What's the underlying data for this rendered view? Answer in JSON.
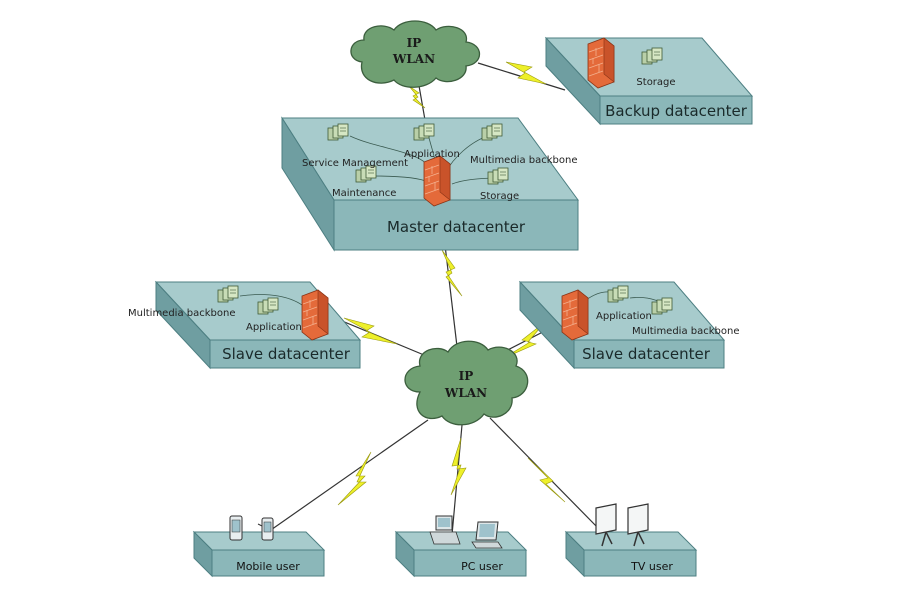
{
  "clouds": {
    "top": {
      "line1": "IP",
      "line2": "WLAN"
    },
    "center": {
      "line1": "IP",
      "line2": "WLAN"
    }
  },
  "backup": {
    "title": "Backup datacenter",
    "storage": "Storage"
  },
  "master": {
    "title": "Master datacenter",
    "service_management": "Service Management",
    "application": "Application",
    "multimedia_backbone": "Multimedia backbone",
    "maintenance": "Maintenance",
    "storage": "Storage"
  },
  "slave_left": {
    "title": "Slave datacenter",
    "multimedia_backbone": "Multimedia backbone",
    "application": "Application"
  },
  "slave_right": {
    "title": "Slave datacenter",
    "application": "Application",
    "multimedia_backbone": "Multimedia backbone"
  },
  "users": {
    "mobile": "Mobile user",
    "pc": "PC user",
    "tv": "TV user"
  },
  "colors": {
    "platform": "#a7cbcc",
    "cloud": "#6f9f72",
    "bolt": "#eef02a",
    "firewall": "#e46a3a"
  }
}
